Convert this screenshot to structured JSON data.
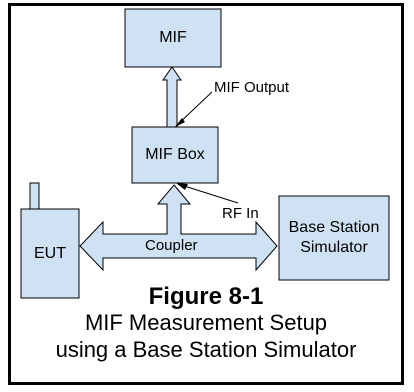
{
  "boxes": {
    "mif": "MIF",
    "mif_box": "MIF Box",
    "eut": "EUT",
    "base_station_line1": "Base Station",
    "base_station_line2": "Simulator"
  },
  "labels": {
    "mif_output": "MIF Output",
    "rf_in": "RF In",
    "coupler": "Coupler"
  },
  "caption": {
    "title": "Figure 8-1",
    "line1": "MIF Measurement Setup",
    "line2": "using a Base Station Simulator"
  },
  "colors": {
    "fill": "#cfe2f3",
    "stroke": "#000000"
  }
}
